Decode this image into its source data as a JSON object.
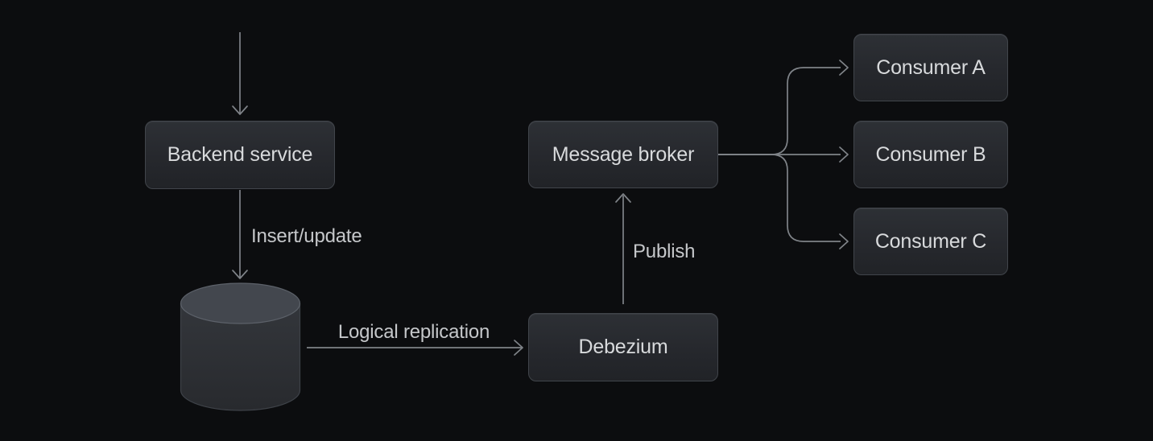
{
  "nodes": {
    "backend": {
      "label": "Backend service"
    },
    "debezium": {
      "label": "Debezium"
    },
    "broker": {
      "label": "Message broker"
    },
    "consumer_a": {
      "label": "Consumer A"
    },
    "consumer_b": {
      "label": "Consumer B"
    },
    "consumer_c": {
      "label": "Consumer C"
    }
  },
  "edges": {
    "insert_update": {
      "label": "Insert/update"
    },
    "logical_replication": {
      "label": "Logical replication"
    },
    "publish": {
      "label": "Publish"
    }
  },
  "icons": {
    "database": "database-cylinder-icon"
  },
  "colors": {
    "background": "#0c0d0f",
    "node_fill_top": "#2d3035",
    "node_fill_bottom": "#212327",
    "node_border": "#41454b",
    "node_text": "#d8dadc",
    "arrow": "#7f8388",
    "edge_label_text": "#c5c7ca",
    "cylinder_top": "#43474e",
    "cylinder_top_rim": "#5c6169",
    "cylinder_body_top": "#33363b",
    "cylinder_body_bottom": "#282a2e",
    "cylinder_body_rim": "#3e4248"
  }
}
